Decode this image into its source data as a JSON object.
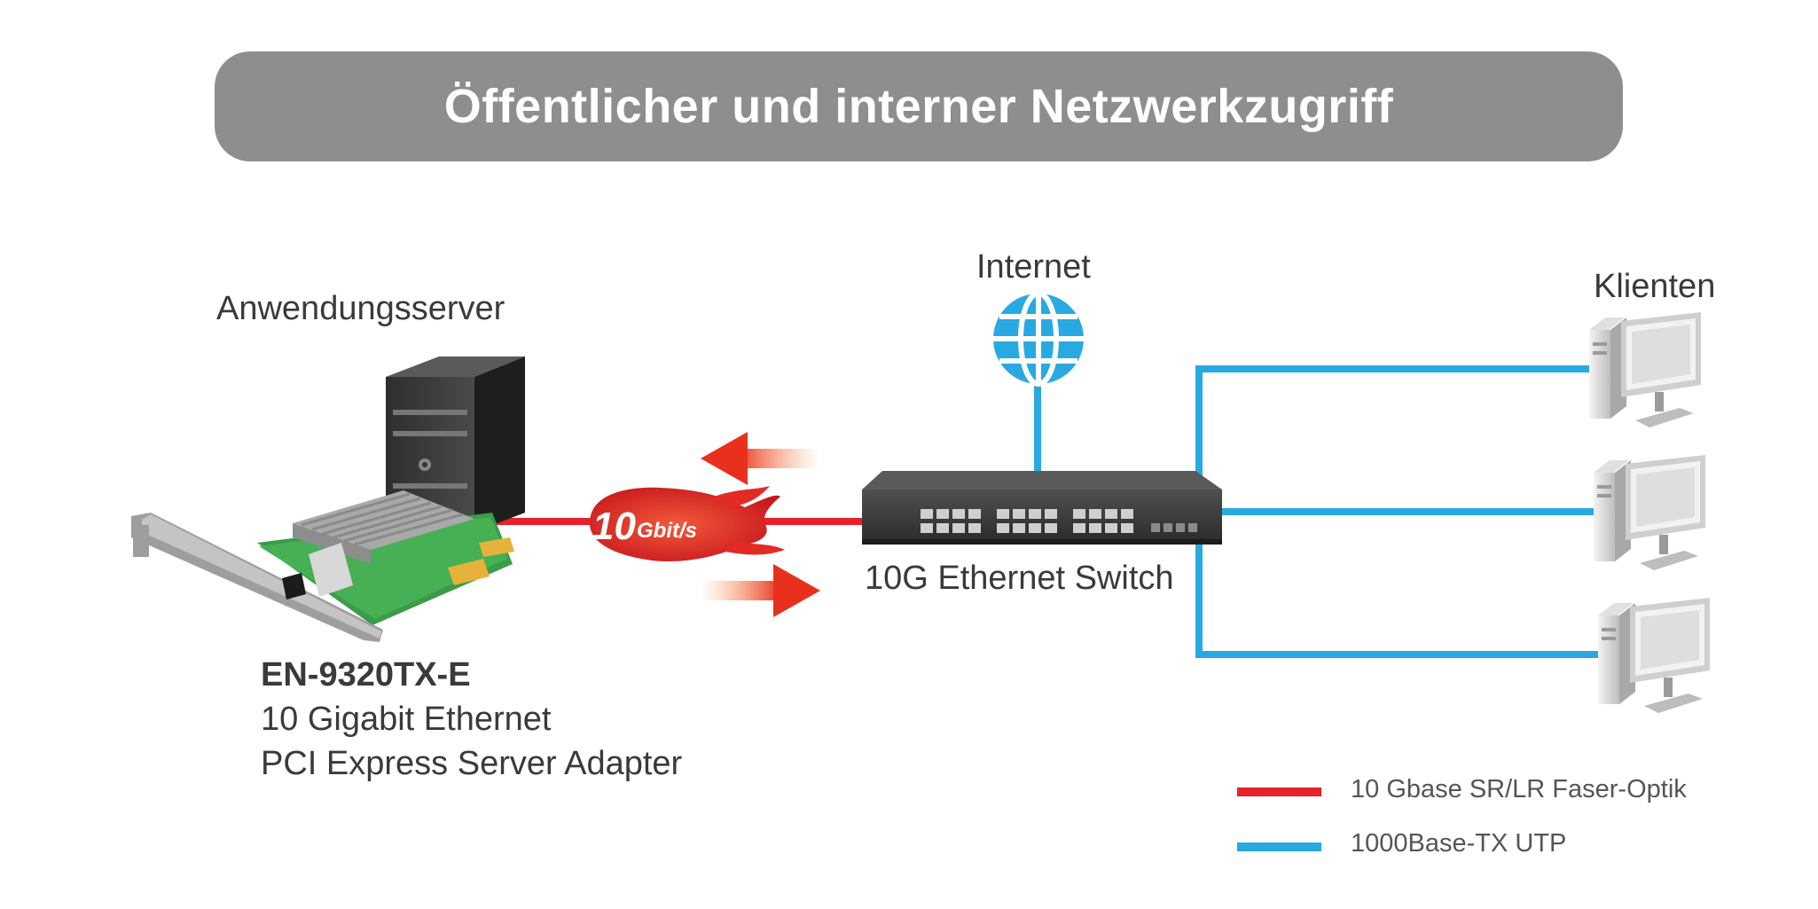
{
  "banner": {
    "title": "Öffentlicher und interner Netzwerkzugriff"
  },
  "labels": {
    "server": "Anwendungsserver",
    "internet": "Internet",
    "clients": "Klienten",
    "switch": "10G Ethernet Switch",
    "speed": "10 Gbit/s",
    "speed_big": "10",
    "speed_small": "Gbit/s"
  },
  "adapter": {
    "model": "EN-9320TX-E",
    "line1": "10 Gigabit Ethernet",
    "line2": "PCI Express Server Adapter"
  },
  "legend": [
    {
      "label": "10 Gbase SR/LR Faser-Optik",
      "color": "#e62129"
    },
    {
      "label": "1000Base-TX UTP",
      "color": "#29a9e1"
    }
  ],
  "colors": {
    "fiber": "#e62129",
    "utp": "#29a9e1",
    "banner": "#8e8e8e",
    "arrow": "#e8311d"
  }
}
